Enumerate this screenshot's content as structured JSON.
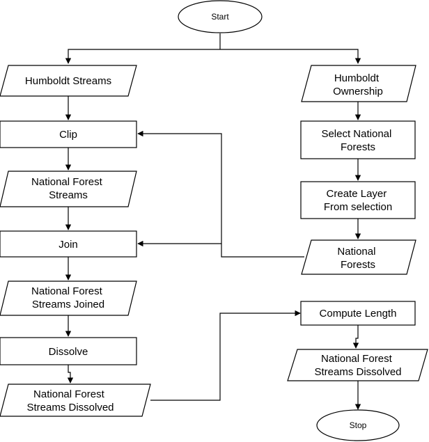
{
  "diagram": {
    "nodes": {
      "start": "Start",
      "humboldt_streams": "Humboldt Streams",
      "humboldt_ownership": [
        "Humboldt",
        "Ownership"
      ],
      "clip": "Clip",
      "select_national_forests": [
        "Select National",
        "Forests"
      ],
      "national_forest_streams": [
        "National Forest",
        "Streams"
      ],
      "create_layer": [
        "Create Layer",
        "From selection"
      ],
      "join": "Join",
      "national_forests": [
        "National",
        "Forests"
      ],
      "national_forest_streams_joined": [
        "National Forest",
        "Streams Joined"
      ],
      "dissolve": "Dissolve",
      "compute_length": "Compute Length",
      "national_forest_streams_dissolved_left": [
        "National Forest",
        "Streams Dissolved"
      ],
      "national_forest_streams_dissolved_right": [
        "National Forest",
        "Streams Dissolved"
      ],
      "stop": "Stop"
    }
  }
}
